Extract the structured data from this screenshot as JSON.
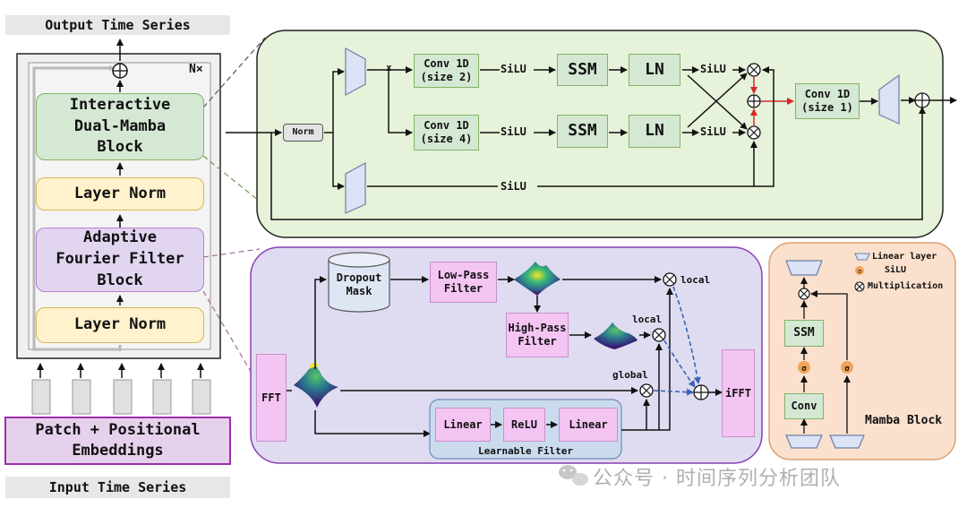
{
  "left": {
    "output_label": "Output Time Series",
    "repeat_label": "N×",
    "blocks": [
      "Interactive\nDual-Mamba\nBlock",
      "Layer Norm",
      "Adaptive\nFourier Filter\nBlock",
      "Layer Norm"
    ],
    "embed_label": "Patch + Positional\nEmbeddings",
    "input_label": "Input Time Series"
  },
  "top": {
    "norm": "Norm",
    "x_label": "x",
    "conv_a": "Conv 1D\n(size 2)",
    "conv_b": "Conv 1D\n(size 4)",
    "ssm": "SSM",
    "ln": "LN",
    "silu": "SiLU",
    "conv_out": "Conv 1D\n(size 1)"
  },
  "middle": {
    "dropout": "Dropout\nMask",
    "low_pass": "Low-Pass\nFilter",
    "high_pass": "High-Pass\nFilter",
    "fft": "FFT",
    "ifft": "iFFT",
    "local": "local",
    "global": "global",
    "linear": "Linear",
    "relu": "ReLU",
    "learnable": "Learnable Filter"
  },
  "mamba": {
    "legend_linear": "Linear layer",
    "legend_silu": "SiLU",
    "legend_mult": "Multiplication",
    "ssm": "SSM",
    "conv": "Conv",
    "title": "Mamba Block",
    "sigma": "σ"
  },
  "watermark": "公众号 · 时间序列分析团队",
  "colors": {
    "green_panel": "#e6f2d9",
    "lavender_panel": "#dfdcf1",
    "peach_panel": "#fbe1cd",
    "linear_layer": "#dbe3f5"
  }
}
